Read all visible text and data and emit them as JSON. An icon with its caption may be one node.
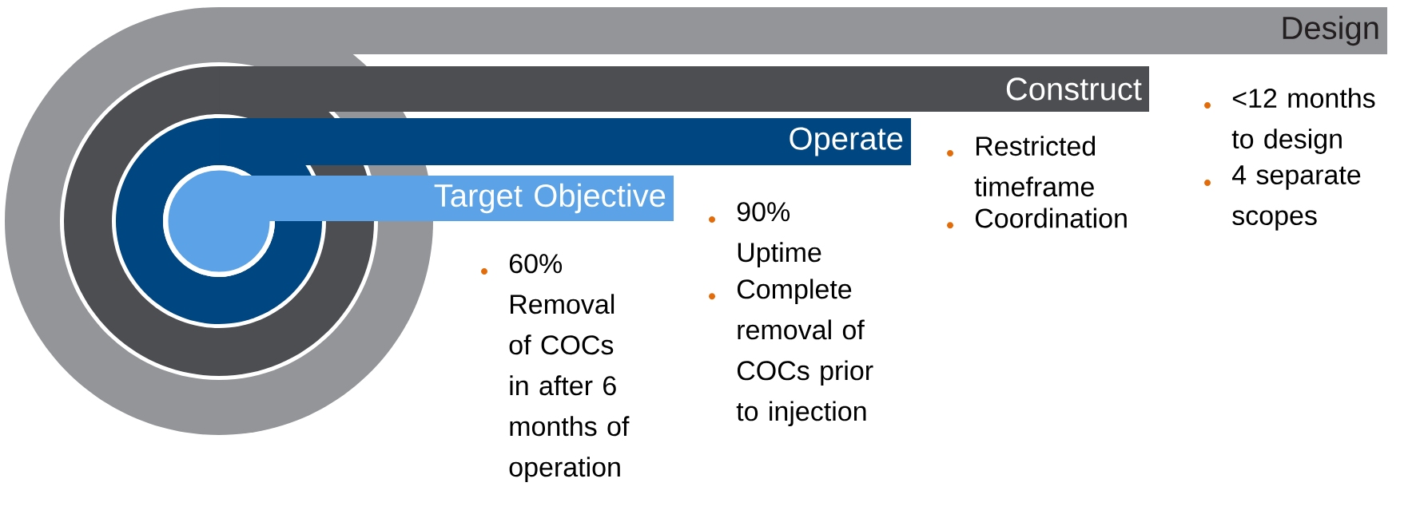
{
  "diagram": {
    "nodes": [
      {
        "text": [
          "Design"
        ],
        "beside": [
          "<12 months to design",
          "4 separate scopes"
        ]
      },
      {
        "text": [
          "Construct"
        ],
        "beside": [
          "Restricted timeframe",
          "Coordination"
        ]
      },
      {
        "text": [
          "Operate"
        ],
        "beside": [
          "90% Uptime",
          "Complete removal of COCs prior to injection"
        ]
      },
      {
        "text": [
          "Target Objective"
        ],
        "beside": [
          "60% Removal of COCs in after 6 months of operation"
        ]
      }
    ]
  }
}
